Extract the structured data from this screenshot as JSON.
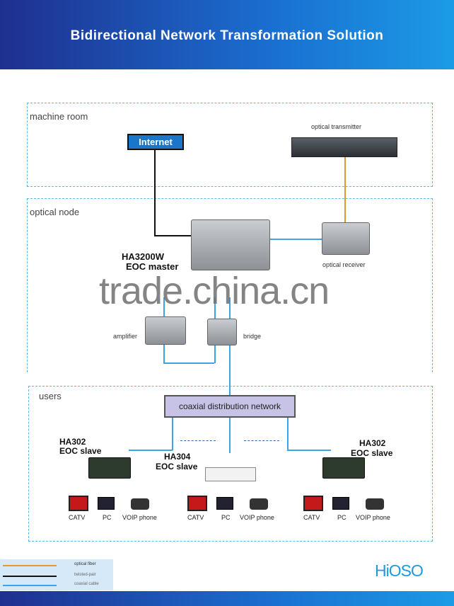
{
  "title": "Bidirectional Network Transformation Solution",
  "zones": {
    "machine_room": "machine room",
    "optical_node": "optical node",
    "users": "users"
  },
  "devices": {
    "internet": "Internet",
    "optical_transmitter": "optical transmitter",
    "master_model": "HA3200W",
    "master_role": "EOC master",
    "optical_receiver": "optical receiver",
    "amplifier": "amplifier",
    "bridge": "bridge",
    "coax": "coaxial distribution network",
    "slave_left_model": "HA302",
    "slave_left_role": "EOC slave",
    "slave_mid_model": "HA304",
    "slave_mid_role": "EOC slave",
    "slave_right_model": "HA302",
    "slave_right_role": "EOC slave"
  },
  "terminals": {
    "catv": "CATV",
    "pc": "PC",
    "voip": "VOIP phone"
  },
  "legend": {
    "optical": "optical fiber",
    "twisted": "twisted-pair",
    "coax": "coaxial cable"
  },
  "logo": "HiOSO",
  "watermark": "trade.china.cn",
  "colors": {
    "optical": "#e39a2c",
    "twisted": "#111111",
    "coax": "#3aa6e8"
  }
}
